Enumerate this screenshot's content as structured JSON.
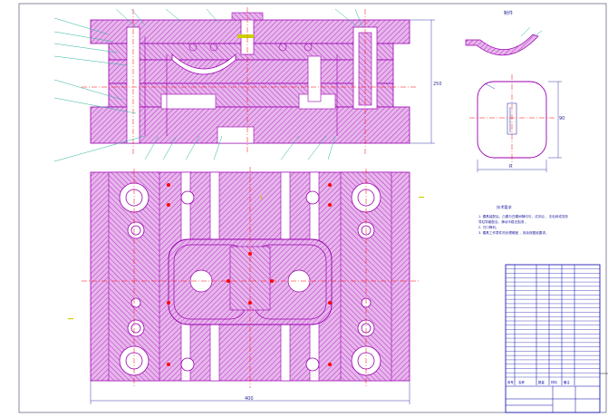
{
  "drawing": {
    "part_view_title": "制件",
    "tech_req_title": "技术要求",
    "tech_req_lines": [
      "1. 模具装配后，凸模与凹模间隙均匀，试冲后 ，无毛刺或变形",
      "   导柱导套配合，滑动平稳无阻滞 。",
      "2. 刃口锋利。",
      "3. 模具工作零件热处理硬度 ，其余按图纸要求。"
    ],
    "dimensions": {
      "total_width": "400",
      "height_right": "250",
      "blank_width": "R",
      "blank_height": "90"
    },
    "title_block": {
      "header": [
        "序号",
        "名称",
        "数量",
        "材料",
        "备注"
      ],
      "rows_count": 26
    }
  },
  "colors": {
    "outline": "#9a00b0",
    "hatch": "#c020c8",
    "center": "#ff0000",
    "dim": "#3a3aa8",
    "leader": "#2fb0a0",
    "table": "#0000aa",
    "highlight": "#cfcf00"
  }
}
